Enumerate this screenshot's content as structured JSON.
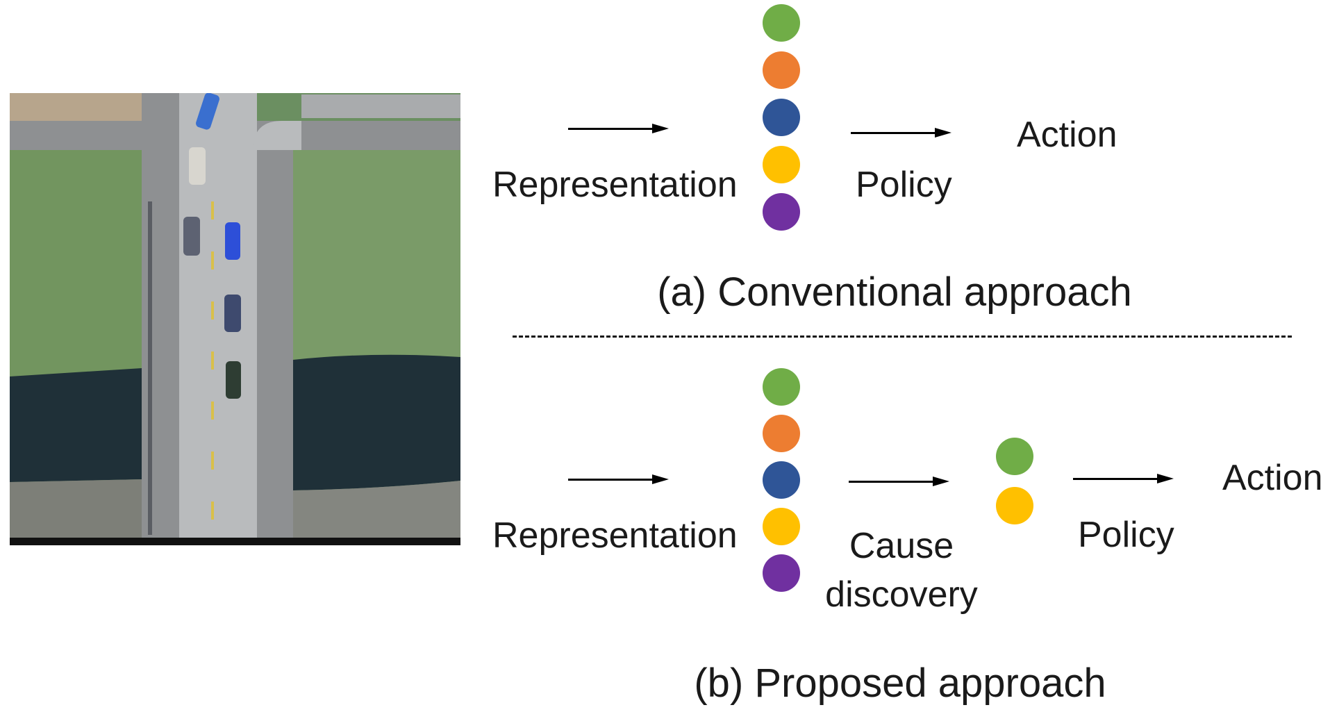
{
  "colors": {
    "green": "#70ad47",
    "orange": "#ed7d31",
    "blue": "#2f5597",
    "yellow": "#ffc000",
    "purple": "#7030a0",
    "grass": "#6b8f61",
    "road": "#b9bbbd",
    "sidewalk": "#8e9092",
    "water": "#1f3038"
  },
  "panel_a": {
    "representation": "Representation",
    "policy": "Policy",
    "action": "Action",
    "caption": "(a) Conventional approach",
    "features": [
      "green",
      "orange",
      "blue",
      "yellow",
      "purple"
    ]
  },
  "panel_b": {
    "representation": "Representation",
    "cause_line1": "Cause",
    "cause_line2": "discovery",
    "policy": "Policy",
    "action": "Action",
    "caption": "(b) Proposed approach",
    "features": [
      "green",
      "orange",
      "blue",
      "yellow",
      "purple"
    ],
    "selected": [
      "green",
      "yellow"
    ]
  }
}
